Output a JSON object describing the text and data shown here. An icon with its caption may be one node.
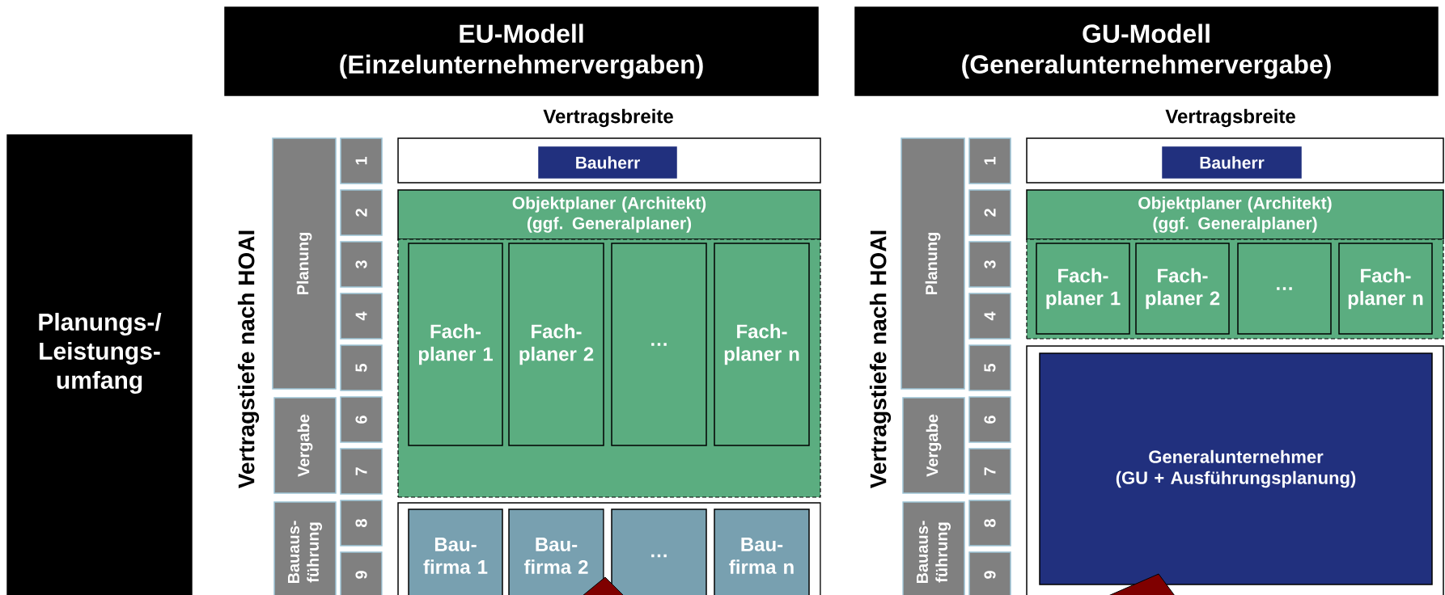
{
  "diagram": {
    "nodes": [
      {
        "text": [
          "EU-Modell",
          "(Einzelunternehmervergaben)"
        ]
      },
      {
        "text": [
          "GU-Modell",
          "(Generalunternehmervergabe)"
        ]
      },
      {
        "text": [
          "Planungs-/ Leistungs- umfang"
        ]
      },
      {
        "text": [
          "Planung"
        ]
      },
      {
        "text": [
          "Vergabe"
        ]
      },
      {
        "text": [
          "Bauaus- führung"
        ]
      },
      {
        "text": [
          "1"
        ]
      },
      {
        "text": [
          "2"
        ]
      },
      {
        "text": [
          "3"
        ]
      },
      {
        "text": [
          "4"
        ]
      },
      {
        "text": [
          "5"
        ]
      },
      {
        "text": [
          "6"
        ]
      },
      {
        "text": [
          "7"
        ]
      },
      {
        "text": [
          "8"
        ]
      },
      {
        "text": [
          "9"
        ]
      },
      {
        "text": [],
        "shape": "box"
      },
      {
        "text": [
          "Bauherr"
        ],
        "in": 15
      },
      {
        "text": [
          "Objektplaner (Architekt)",
          "(ggf. Generalplaner)"
        ]
      },
      {
        "text": [],
        "shape": "box"
      },
      {
        "text": [
          "Fach- planer 1"
        ],
        "in": 18
      },
      {
        "text": [
          "Fach- planer 2"
        ],
        "in": 18
      },
      {
        "text": [
          "…"
        ],
        "in": 18
      },
      {
        "text": [
          "Fach- planer n"
        ],
        "in": 18
      },
      {
        "text": [],
        "shape": "box"
      },
      {
        "text": [
          "Bau- firma 1"
        ],
        "in": 23
      },
      {
        "text": [
          "Bau- firma 2"
        ],
        "in": 23
      },
      {
        "text": [
          "…"
        ],
        "in": 23
      },
      {
        "text": [
          "Bau- firma n"
        ],
        "in": 23
      },
      {
        "text": [
          "Planung"
        ]
      },
      {
        "text": [
          "Vergabe"
        ]
      },
      {
        "text": [
          "Bauaus- führung"
        ]
      },
      {
        "text": [
          "1"
        ]
      },
      {
        "text": [
          "2"
        ]
      },
      {
        "text": [
          "3"
        ]
      },
      {
        "text": [
          "4"
        ]
      },
      {
        "text": [
          "5"
        ]
      },
      {
        "text": [
          "6"
        ]
      },
      {
        "text": [
          "7"
        ]
      },
      {
        "text": [
          "8"
        ]
      },
      {
        "text": [
          "9"
        ]
      },
      {
        "text": [],
        "shape": "box"
      },
      {
        "text": [
          "Bauherr"
        ],
        "in": 40
      },
      {
        "text": [
          "Objektplaner (Architekt)",
          "(ggf. Generalplaner)"
        ]
      },
      {
        "text": [],
        "shape": "box"
      },
      {
        "text": [
          "Fach- planer 1"
        ],
        "in": 43
      },
      {
        "text": [
          "Fach- planer 2"
        ],
        "in": 43
      },
      {
        "text": [
          "…"
        ],
        "in": 43
      },
      {
        "text": [
          "Fach- planer n"
        ],
        "in": 43
      },
      {
        "text": [],
        "shape": "box"
      },
      {
        "text": [
          "Generalunternehmer",
          "(GU + Ausführungsplanung)"
        ],
        "in": 48
      }
    ],
    "labels": [
      "Vertragsbreite",
      "Vertragsbreite",
      "Vertragstiefe nach HOAI",
      "Vertragstiefe nach HOAI"
    ]
  }
}
